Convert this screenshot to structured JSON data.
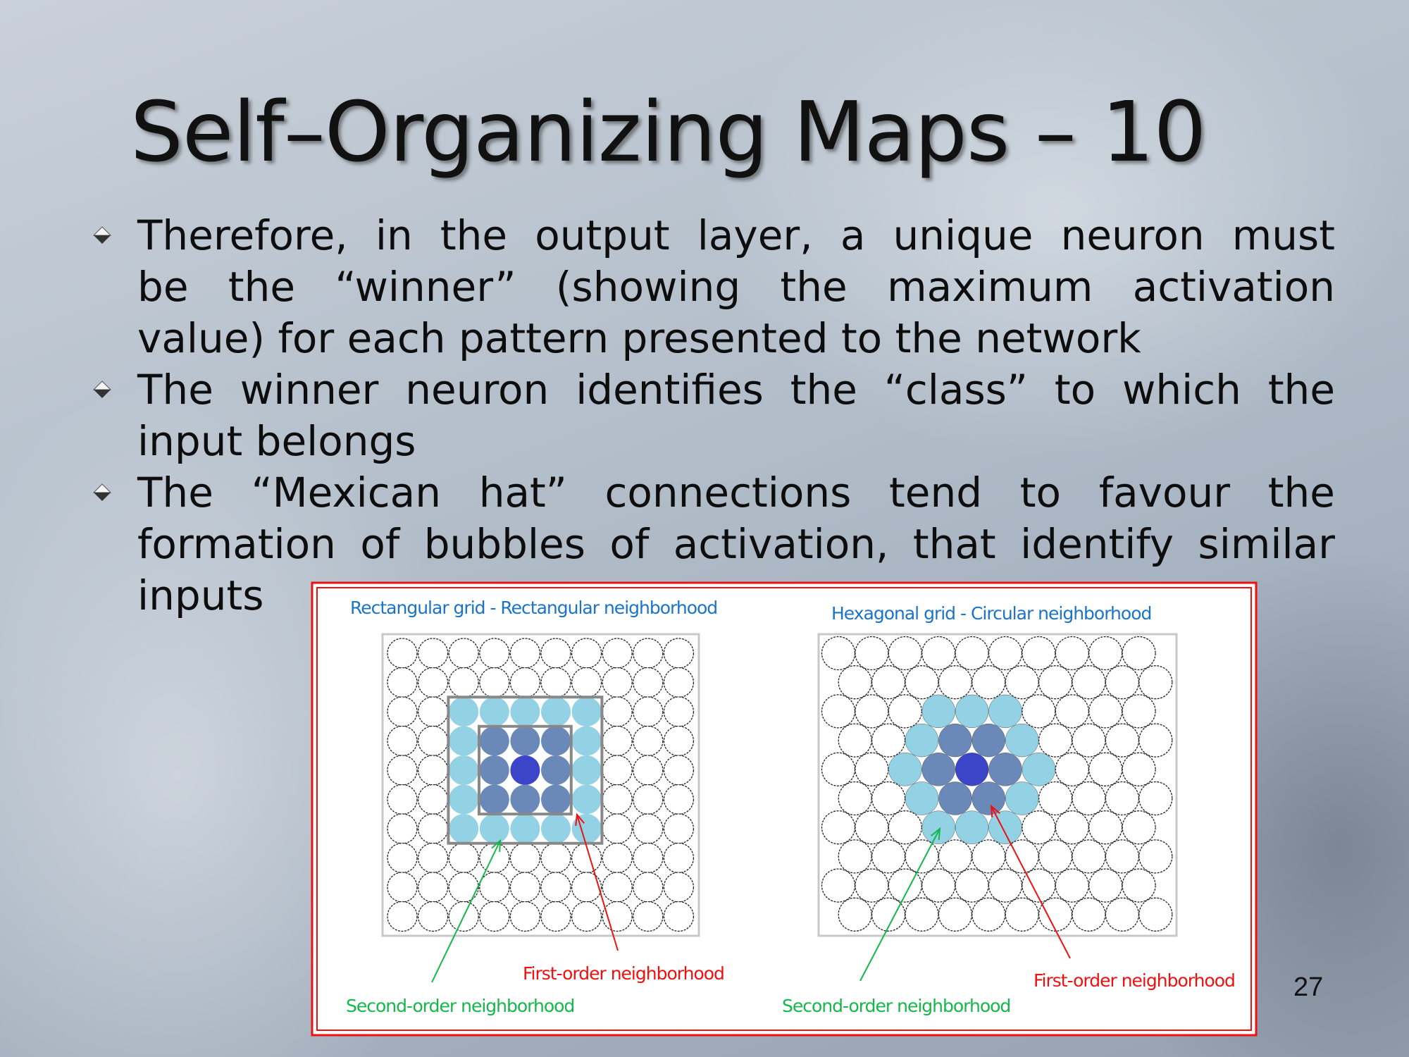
{
  "slide": {
    "title": "Self–Organizing Maps – 10",
    "page_number": "27",
    "bullet_icon": "diamond-bullet-icon",
    "bullets": [
      {
        "lines": [
          "Therefore, in the output layer, a unique neuron must",
          "be the “winner” (showing the maximum activation",
          "value) for each pattern presented to the network"
        ]
      },
      {
        "lines": [
          "The winner neuron identifies the “class” to which the",
          "input belongs"
        ]
      },
      {
        "lines": [
          "The “Mexican hat” connections tend to favour the",
          "formation of bubbles of activation, that identify similar",
          "inputs"
        ]
      }
    ]
  },
  "figure": {
    "left": {
      "title": "Rectangular grid - Rectangular neighborhood",
      "first_order_label": "First-order neighborhood",
      "second_order_label": "Second-order neighborhood"
    },
    "right": {
      "title": "Hexagonal grid - Circular neighborhood",
      "first_order_label": "First-order neighborhood",
      "second_order_label": "Second-order neighborhood"
    },
    "colors": {
      "winner": "#3c45c8",
      "first_order": "#6a88b8",
      "second_order": "#92d2e4",
      "border": "#ee1111",
      "first_arrow": "#f01010",
      "second_arrow": "#14b84a"
    }
  }
}
